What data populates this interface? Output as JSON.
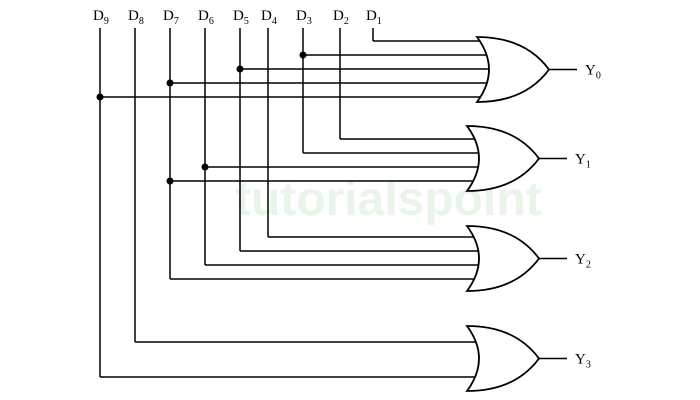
{
  "inputs": [
    {
      "base": "D",
      "sub": "9"
    },
    {
      "base": "D",
      "sub": "8"
    },
    {
      "base": "D",
      "sub": "7"
    },
    {
      "base": "D",
      "sub": "6"
    },
    {
      "base": "D",
      "sub": "5"
    },
    {
      "base": "D",
      "sub": "4"
    },
    {
      "base": "D",
      "sub": "3"
    },
    {
      "base": "D",
      "sub": "2"
    },
    {
      "base": "D",
      "sub": "1"
    }
  ],
  "gates": [
    {
      "type": "OR",
      "output": {
        "base": "Y",
        "sub": "0"
      },
      "inputs": [
        "1",
        "3",
        "5",
        "7",
        "9"
      ]
    },
    {
      "type": "OR",
      "output": {
        "base": "Y",
        "sub": "1"
      },
      "inputs": [
        "2",
        "3",
        "6",
        "7"
      ]
    },
    {
      "type": "OR",
      "output": {
        "base": "Y",
        "sub": "2"
      },
      "inputs": [
        "4",
        "5",
        "6",
        "7"
      ]
    },
    {
      "type": "OR",
      "output": {
        "base": "Y",
        "sub": "3"
      },
      "inputs": [
        "8",
        "9"
      ]
    }
  ],
  "watermark": "tutorialspoint",
  "colors": {
    "line": "#000000",
    "watermark": "#8fc98f"
  }
}
